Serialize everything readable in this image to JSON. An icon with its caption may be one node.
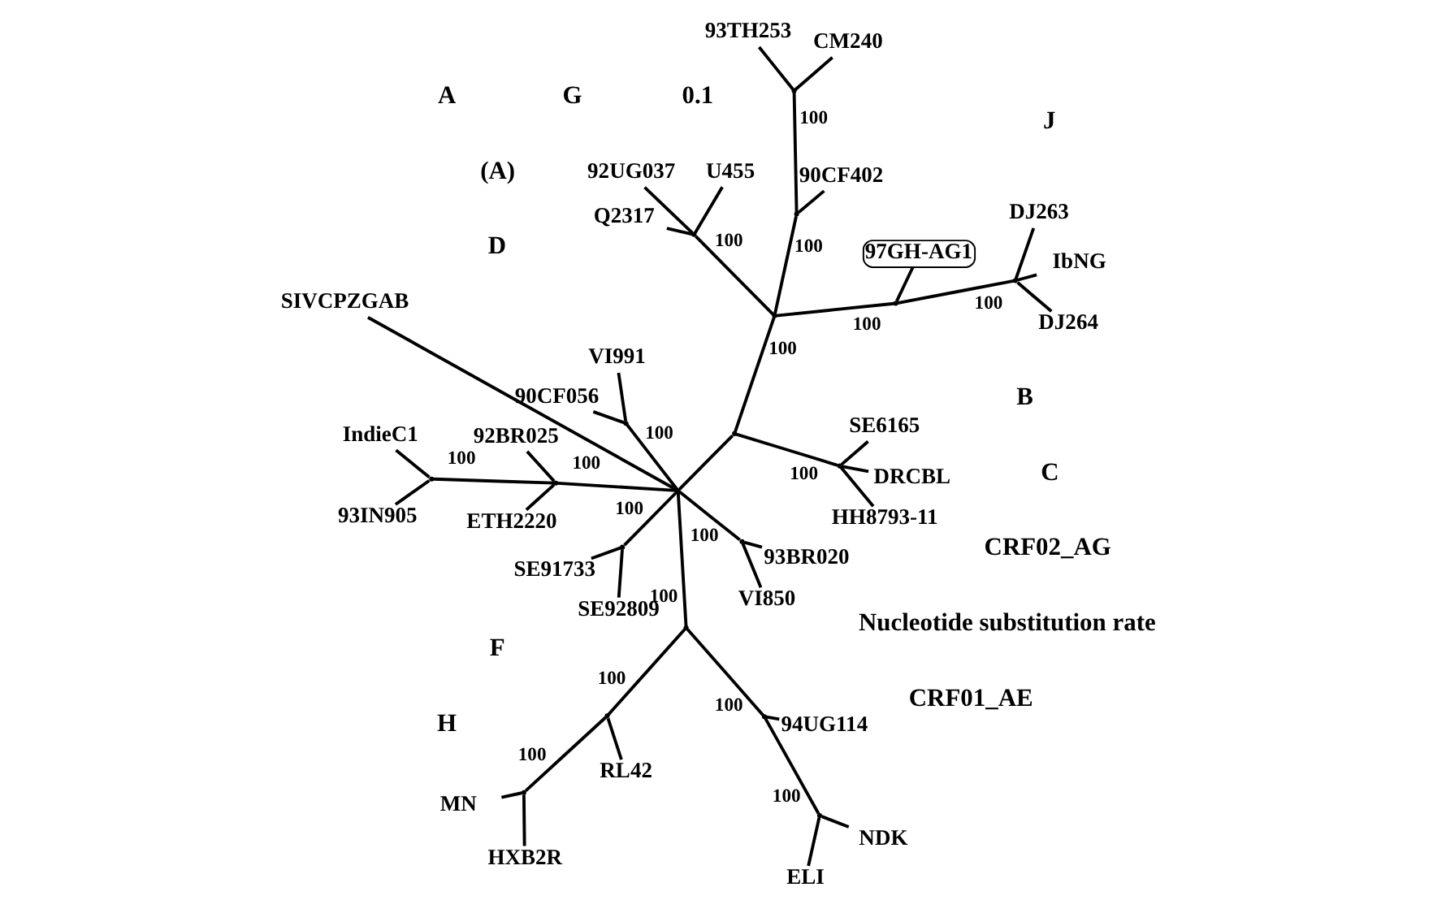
{
  "diagram": {
    "nodes": [
      {
        "text": [
          "SIVCPZGAB"
        ]
      },
      {
        "text": [],
        "shape": "point"
      },
      {
        "text": [],
        "shape": "point"
      },
      {
        "text": [],
        "shape": "point"
      },
      {
        "text": [
          "RL42"
        ]
      },
      {
        "text": [],
        "shape": "point"
      },
      {
        "text": [
          "MN"
        ]
      },
      {
        "text": [
          "HXB2R"
        ]
      },
      {
        "text": [],
        "shape": "point"
      },
      {
        "text": [
          "94UG114"
        ]
      },
      {
        "text": [],
        "shape": "point"
      },
      {
        "text": [
          "ELI"
        ]
      },
      {
        "text": [
          "NDK"
        ]
      },
      {
        "text": [],
        "shape": "point"
      },
      {
        "text": [
          "93BR020"
        ]
      },
      {
        "text": [
          "VI850"
        ]
      },
      {
        "text": [],
        "shape": "point"
      },
      {
        "text": [
          "92BR025"
        ]
      },
      {
        "text": [
          "ETH2220"
        ]
      },
      {
        "text": [],
        "shape": "point"
      },
      {
        "text": [
          "93IN905"
        ]
      },
      {
        "text": [
          "IndieC1"
        ]
      },
      {
        "text": [],
        "shape": "point"
      },
      {
        "text": [
          "VI991"
        ]
      },
      {
        "text": [
          "90CF056"
        ]
      },
      {
        "text": [],
        "shape": "point"
      },
      {
        "text": [
          "SE92809"
        ]
      },
      {
        "text": [
          "SE91733"
        ]
      },
      {
        "text": [],
        "shape": "point"
      },
      {
        "text": [],
        "shape": "point"
      },
      {
        "text": [
          "DRCBL"
        ]
      },
      {
        "text": [
          "SE6165"
        ]
      },
      {
        "text": [
          "HH8793-11"
        ]
      },
      {
        "text": [],
        "shape": "point"
      },
      {
        "text": [],
        "shape": "point"
      },
      {
        "text": [],
        "shape": "point"
      },
      {
        "text": [
          "93TH253"
        ]
      },
      {
        "text": [
          "CM240"
        ]
      },
      {
        "text": [
          "90CF402"
        ]
      },
      {
        "text": [],
        "shape": "point"
      },
      {
        "text": [
          "U455"
        ]
      },
      {
        "text": [
          "92UG037"
        ]
      },
      {
        "text": [
          "Q2317"
        ]
      },
      {
        "text": [],
        "shape": "point"
      },
      {
        "text": [
          "97GH-AG1"
        ]
      },
      {
        "text": [],
        "shape": "point"
      },
      {
        "text": [
          "IbNG"
        ]
      },
      {
        "text": [
          "DJ264"
        ]
      },
      {
        "text": [
          "DJ263"
        ]
      }
    ],
    "edges": [
      {
        "from": 1,
        "to": 0,
        "arrow": "none"
      },
      {
        "from": 1,
        "to": 2,
        "arrow": "none",
        "label": "100"
      },
      {
        "from": 2,
        "to": 3,
        "arrow": "none",
        "label": "100"
      },
      {
        "from": 3,
        "to": 4,
        "arrow": "none"
      },
      {
        "from": 3,
        "to": 5,
        "arrow": "none",
        "label": "100"
      },
      {
        "from": 5,
        "to": 6,
        "arrow": "none"
      },
      {
        "from": 5,
        "to": 7,
        "arrow": "none"
      },
      {
        "from": 2,
        "to": 8,
        "arrow": "none",
        "label": "100"
      },
      {
        "from": 8,
        "to": 9,
        "arrow": "none"
      },
      {
        "from": 8,
        "to": 10,
        "arrow": "none",
        "label": "100"
      },
      {
        "from": 10,
        "to": 11,
        "arrow": "none"
      },
      {
        "from": 10,
        "to": 12,
        "arrow": "none"
      },
      {
        "from": 1,
        "to": 13,
        "arrow": "none",
        "label": "100"
      },
      {
        "from": 13,
        "to": 14,
        "arrow": "none"
      },
      {
        "from": 13,
        "to": 15,
        "arrow": "none"
      },
      {
        "from": 1,
        "to": 16,
        "arrow": "none",
        "label": "100"
      },
      {
        "from": 16,
        "to": 17,
        "arrow": "none"
      },
      {
        "from": 16,
        "to": 18,
        "arrow": "none"
      },
      {
        "from": 16,
        "to": 19,
        "arrow": "none",
        "label": "100"
      },
      {
        "from": 19,
        "to": 20,
        "arrow": "none"
      },
      {
        "from": 19,
        "to": 21,
        "arrow": "none"
      },
      {
        "from": 1,
        "to": 22,
        "arrow": "none",
        "label": "100"
      },
      {
        "from": 22,
        "to": 23,
        "arrow": "none"
      },
      {
        "from": 22,
        "to": 24,
        "arrow": "none"
      },
      {
        "from": 1,
        "to": 25,
        "arrow": "none",
        "label": "100"
      },
      {
        "from": 25,
        "to": 26,
        "arrow": "none"
      },
      {
        "from": 25,
        "to": 27,
        "arrow": "none"
      },
      {
        "from": 1,
        "to": 28,
        "arrow": "none"
      },
      {
        "from": 28,
        "to": 29,
        "arrow": "none",
        "label": "100"
      },
      {
        "from": 29,
        "to": 30,
        "arrow": "none"
      },
      {
        "from": 29,
        "to": 31,
        "arrow": "none"
      },
      {
        "from": 29,
        "to": 32,
        "arrow": "none"
      },
      {
        "from": 28,
        "to": 33,
        "arrow": "none",
        "label": "100"
      },
      {
        "from": 33,
        "to": 34,
        "arrow": "none",
        "label": "100"
      },
      {
        "from": 34,
        "to": 38,
        "arrow": "none"
      },
      {
        "from": 34,
        "to": 35,
        "arrow": "none",
        "label": "100"
      },
      {
        "from": 35,
        "to": 36,
        "arrow": "none"
      },
      {
        "from": 35,
        "to": 37,
        "arrow": "none"
      },
      {
        "from": 33,
        "to": 39,
        "arrow": "none",
        "label": "100"
      },
      {
        "from": 39,
        "to": 40,
        "arrow": "none"
      },
      {
        "from": 39,
        "to": 41,
        "arrow": "none"
      },
      {
        "from": 39,
        "to": 42,
        "arrow": "none"
      },
      {
        "from": 33,
        "to": 43,
        "arrow": "none",
        "label": "100"
      },
      {
        "from": 43,
        "to": 44,
        "arrow": "none"
      },
      {
        "from": 43,
        "to": 45,
        "arrow": "none",
        "label": "100"
      },
      {
        "from": 45,
        "to": 46,
        "arrow": "none"
      },
      {
        "from": 45,
        "to": 47,
        "arrow": "none"
      },
      {
        "from": 45,
        "to": 48,
        "arrow": "none"
      }
    ],
    "labels": [
      "(A)",
      "D",
      "F",
      "B",
      "C",
      "J",
      "H",
      "Nucleotide substitution rate",
      "0.1",
      "G",
      "A",
      "CRF01_AE",
      "CRF02_AG"
    ]
  }
}
